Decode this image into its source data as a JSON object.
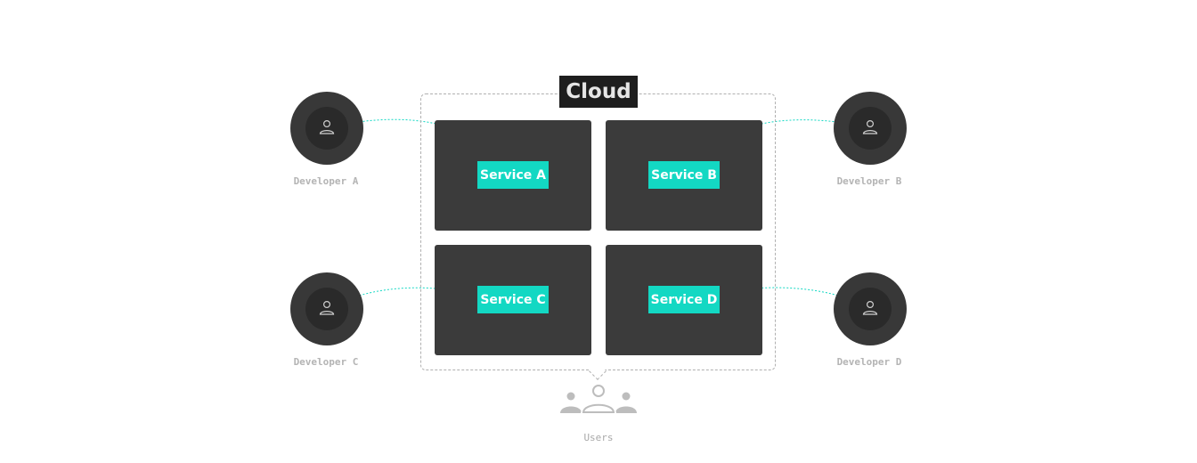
{
  "cloud": {
    "title": "Cloud"
  },
  "services": [
    {
      "label": "Service A"
    },
    {
      "label": "Service B"
    },
    {
      "label": "Service C"
    },
    {
      "label": "Service D"
    }
  ],
  "developers": [
    {
      "label": "Developer A"
    },
    {
      "label": "Developer B"
    },
    {
      "label": "Developer C"
    },
    {
      "label": "Developer D"
    }
  ],
  "users": {
    "label": "Users",
    "icon": "users-group-icon"
  },
  "colors": {
    "accent": "#13d8c3",
    "panel": "#3b3b3b",
    "node": "#383838",
    "title_bg": "#1e1e1e"
  }
}
